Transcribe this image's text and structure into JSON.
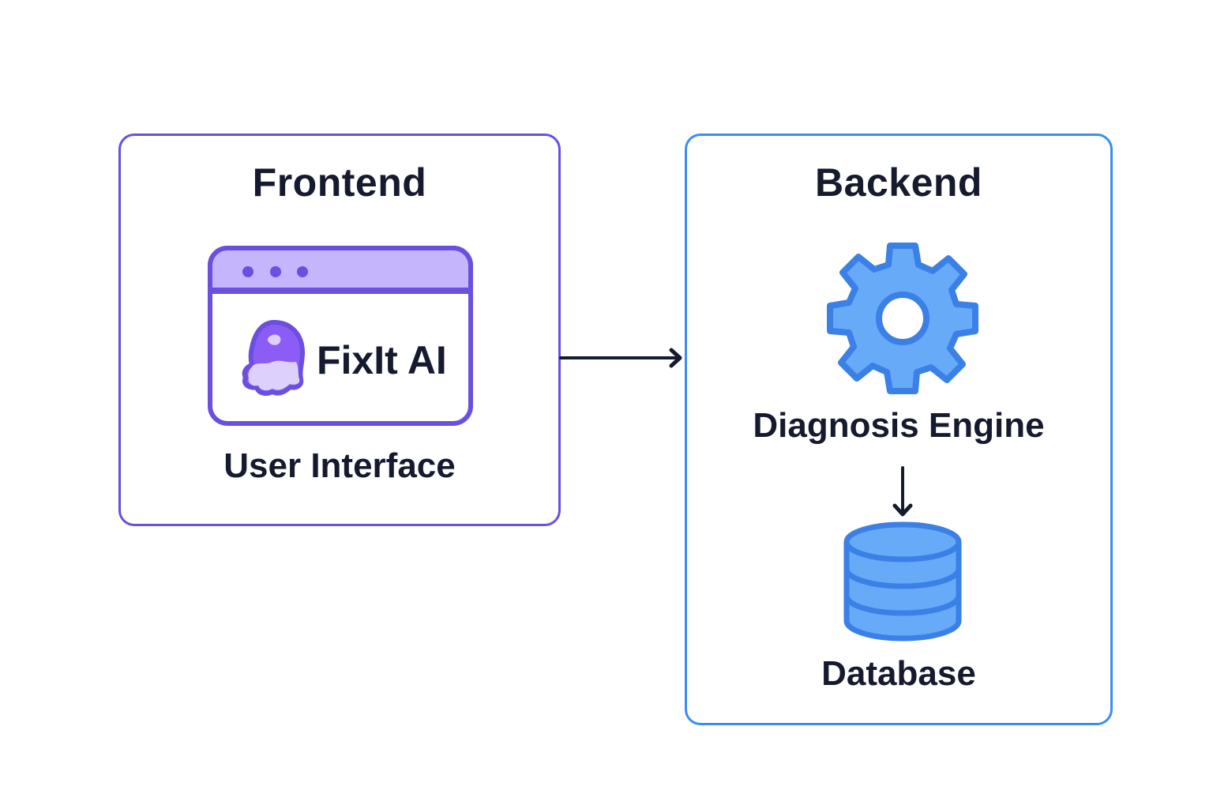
{
  "diagram": {
    "frontend": {
      "title": "Frontend",
      "window": {
        "brand_name": "FixIt AI",
        "icons": [
          "browser-window-icon",
          "fixit-logo-icon"
        ]
      },
      "caption": "User Interface"
    },
    "backend": {
      "title": "Backend",
      "engine": {
        "icon": "gear-icon",
        "caption": "Diagnosis Engine"
      },
      "database": {
        "icon": "database-icon",
        "caption": "Database"
      }
    },
    "connections": [
      {
        "from": "Frontend",
        "to": "Backend",
        "direction": "right"
      },
      {
        "from": "Diagnosis Engine",
        "to": "Database",
        "direction": "down"
      }
    ],
    "colors": {
      "frontend_accent": "#6a4fe0",
      "frontend_light": "#c4b5fd",
      "backend_accent": "#3a8ef2",
      "backend_fill": "#66aaf8",
      "text": "#161a2e"
    }
  }
}
